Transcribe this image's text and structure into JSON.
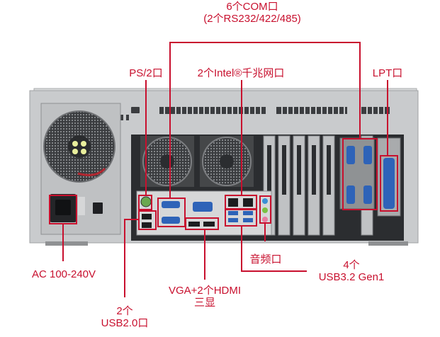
{
  "colors": {
    "annotation": "#c8102e",
    "chassis": "#c9cbcd",
    "dark_panel": "#2b2d30",
    "io_plate": "#d6d7d8",
    "port_blue": "#2e63b8"
  },
  "labels": {
    "com": {
      "line1": "6个COM口",
      "line2": "(2个RS232/422/485)"
    },
    "ps2": "PS/2口",
    "lan": "2个Intel®千兆网口",
    "lpt": "LPT口",
    "power": "AC 100-240V",
    "usb2": {
      "line1": "2个",
      "line2": "USB2.0口"
    },
    "display": {
      "line1": "VGA+2个HDMI",
      "line2": "三显"
    },
    "audio": "音频口",
    "usb3": {
      "line1": "4个",
      "line2": "USB3.2 Gen1"
    }
  },
  "icons": [
    "fan-grille-icon",
    "power-inlet-icon",
    "power-switch-icon",
    "ps2-port-icon",
    "serial-port-icon",
    "vga-port-icon",
    "hdmi-port-icon",
    "rj45-port-icon",
    "usb-port-icon",
    "audio-jack-icon",
    "parallel-port-icon"
  ]
}
